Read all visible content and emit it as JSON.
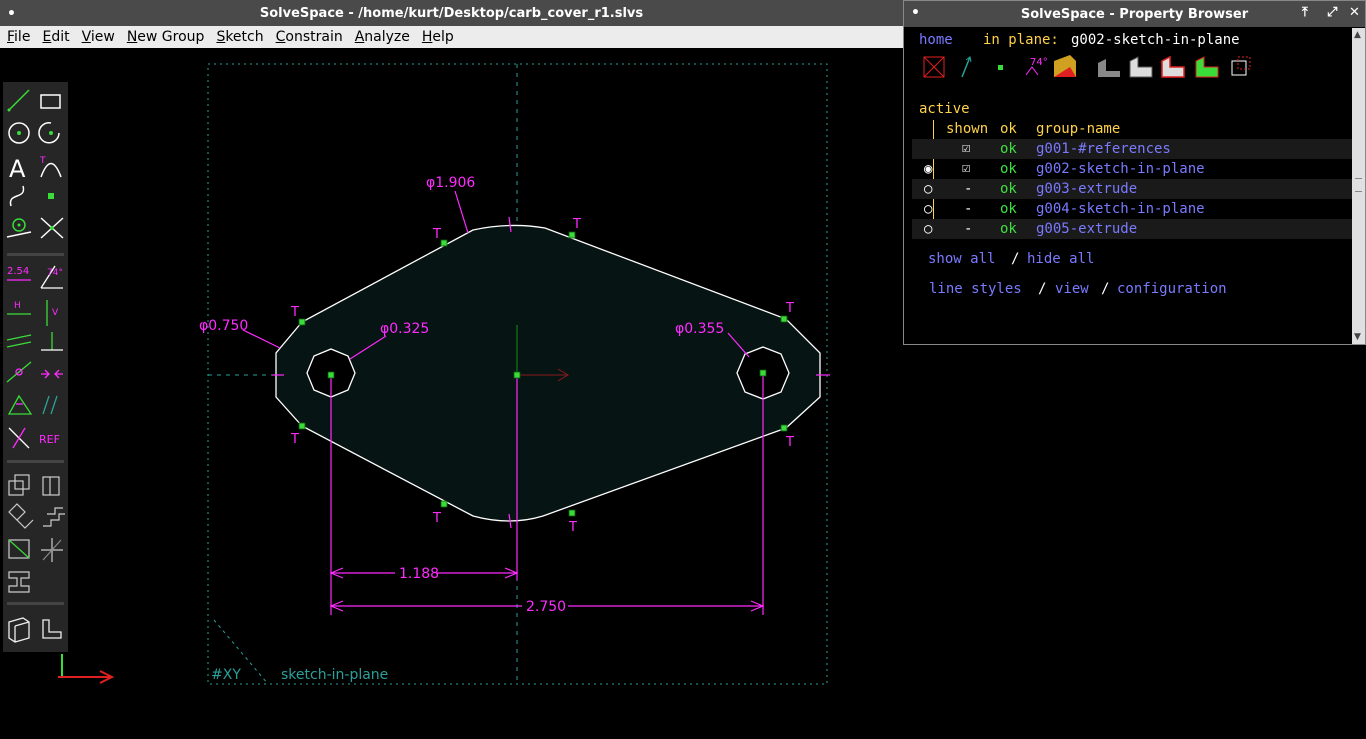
{
  "main_window": {
    "title": "SolveSpace - /home/kurt/Desktop/carb_cover_r1.slvs",
    "menus": [
      "File",
      "Edit",
      "View",
      "New Group",
      "Sketch",
      "Constrain",
      "Analyze",
      "Help"
    ]
  },
  "sketch": {
    "dimensions": {
      "top_diameter": "φ1.906",
      "left_outer_diameter": "φ0.750",
      "left_hole_diameter": "φ0.325",
      "right_hole_diameter": "φ0.355",
      "half_spacing": "1.188",
      "hole_spacing": "2.750"
    },
    "tangent_marker": "T",
    "workplane_label": "#XY",
    "group_label": "sketch-in-plane"
  },
  "toolbar": {
    "tools": [
      "line-segment",
      "rectangle",
      "circle",
      "arc",
      "text",
      "tangent-arc",
      "bezier-cubic",
      "datum-point",
      "workplane-point",
      "split-curves",
      "distance-dimension",
      "angle-dimension",
      "horizontal",
      "vertical",
      "parallel",
      "perpendicular",
      "point-on-line",
      "symmetric",
      "equal",
      "same-orientation",
      "other-supplementary-angle",
      "reference",
      "step-translating",
      "step-rotating",
      "lathe",
      "extrude",
      "sketch-in-3d",
      "sketch-in-new-workplane",
      "import",
      "nearest-isometric-view",
      "nearest-ortho-view"
    ],
    "labels": {
      "distance": "2.54",
      "angle": "74°",
      "horizontal": "H",
      "vertical": "V",
      "reference": "REF"
    }
  },
  "property_browser": {
    "title": "SolveSpace - Property Browser",
    "nav": {
      "home": "home",
      "in_plane_label": "in plane:",
      "in_plane_value": "g002-sketch-in-plane"
    },
    "header": {
      "active": "active",
      "shown": "shown",
      "ok": "ok",
      "group_name": "group-name"
    },
    "groups": [
      {
        "active": "",
        "shown": "☑",
        "ok": "ok",
        "name": "g001-#references"
      },
      {
        "active": "◉",
        "shown": "☑",
        "ok": "ok",
        "name": "g002-sketch-in-plane"
      },
      {
        "active": "○",
        "shown": "-",
        "ok": "ok",
        "name": "g003-extrude"
      },
      {
        "active": "○",
        "shown": "-",
        "ok": "ok",
        "name": "g004-sketch-in-plane"
      },
      {
        "active": "○",
        "shown": "-",
        "ok": "ok",
        "name": "g005-extrude"
      }
    ],
    "links": {
      "show_all": "show all",
      "sep": "/",
      "hide_all": "hide all",
      "line_styles": "line styles",
      "view": "view",
      "configuration": "configuration"
    },
    "icon_angle_label": "74°"
  },
  "colors": {
    "constraint": "#ff2bff",
    "workplane": "#2aa09a",
    "point": "#3adc3a",
    "line": "#ffffff",
    "link": "#7a7aff",
    "yellow": "#ffd24a"
  }
}
